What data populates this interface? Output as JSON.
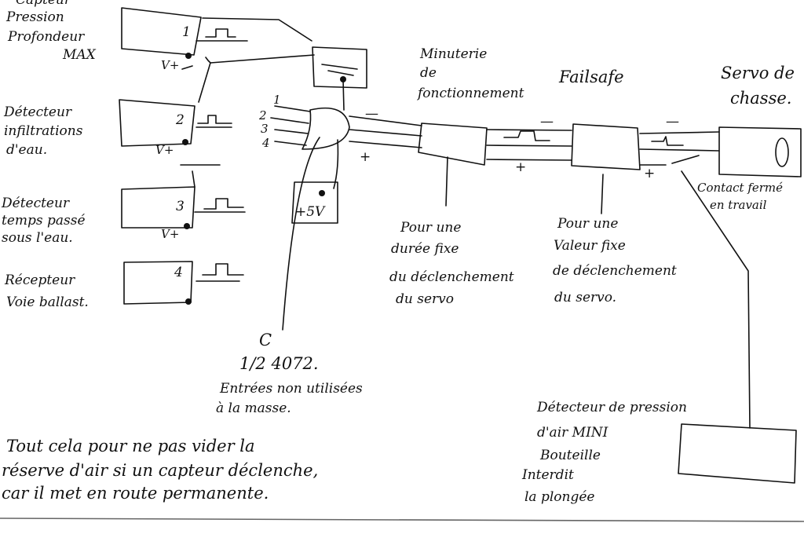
{
  "sensors": [
    {
      "num": "1",
      "lines": [
        "Capteur",
        "Pression",
        "Profondeur",
        "MAX"
      ],
      "vplus": "V+"
    },
    {
      "num": "2",
      "lines": [
        "Détecteur",
        "infiltrations",
        "d'eau."
      ],
      "vplus": "V+"
    },
    {
      "num": "3",
      "lines": [
        "Détecteur",
        "temps passé",
        "sous l'eau."
      ],
      "vplus": "V+"
    },
    {
      "num": "4",
      "lines": [
        "Récepteur",
        "Voie ballast."
      ]
    }
  ],
  "gate": {
    "inputs": [
      "1",
      "2",
      "3",
      "4"
    ],
    "supply": "+5V",
    "ref": "C",
    "chip": "1/2 4072.",
    "note": [
      "Entrées non utilisées",
      "à la masse."
    ]
  },
  "timer": {
    "lines": [
      "Minuterie",
      "de",
      "fonctionnement"
    ],
    "note": [
      "Pour une",
      "durée fixe",
      "du déclenchement",
      "du servo"
    ]
  },
  "failsafe": {
    "label": "Failsafe",
    "note": [
      "Pour une",
      "Valeur fixe",
      "de déclenchement",
      "du servo."
    ]
  },
  "servo": {
    "lines": [
      "Servo de",
      "chasse."
    ],
    "contact": [
      "Contact fermé",
      "en travail"
    ]
  },
  "polarity": {
    "minus": "—",
    "plus": "+"
  },
  "air_sensor": {
    "lines": [
      "Détecteur de pression",
      "d'air MINI",
      "Bouteille",
      "Interdit",
      "la plongée"
    ]
  },
  "footer": [
    "Tout cela pour ne pas vider la",
    "réserve d'air si un capteur déclenche,",
    "car il met en route permanente."
  ]
}
